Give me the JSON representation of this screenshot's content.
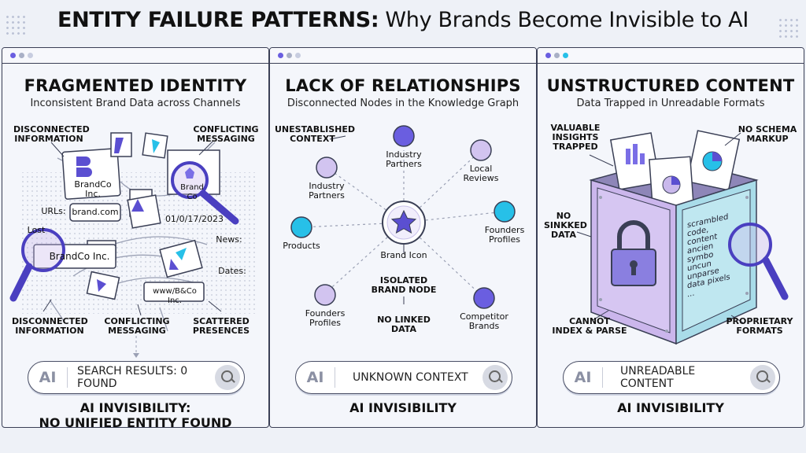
{
  "header": {
    "title_bold": "ENTITY FAILURE PATTERNS:",
    "title_rest": "Why Brands Become Invisible to AI"
  },
  "panels": [
    {
      "title": "FRAGMENTED IDENTITY",
      "subtitle": "Inconsistent Brand Data across Channels",
      "labels": {
        "disconnected_info_top": "DISCONNECTED\nINFORMATION",
        "conflicting_messaging_top": "CONFLICTING\nMESSAGING",
        "disconnected_info_bottom": "DISCONNECTED\nINFORMATION",
        "conflicting_messaging_bottom": "CONFLICTING\nMESSAGING",
        "scattered_presences": "SCATTERED\nPRESENCES"
      },
      "fragments": {
        "brandco_1": "BrandCo Inc.",
        "brand_co_lens": "Brand Co",
        "urls": "URLs:",
        "url_value": "brand.com",
        "date_value": "01/0/17/2023",
        "lost": "Lost",
        "news": "News:",
        "dates": "Dates:",
        "brandco_2": "BrandCo Inc.",
        "www": "www/B&Co Inc."
      },
      "search_text": "SEARCH RESULTS: 0 FOUND",
      "result": "AI INVISIBILITY:\nNO UNIFIED ENTITY FOUND"
    },
    {
      "title": "LACK OF RELATIONSHIPS",
      "subtitle": "Disconnected Nodes in the Knowledge Graph",
      "labels": {
        "unestablished_context": "UNESTABLISHED\nCONTEXT",
        "isolated_brand_node": "ISOLATED\nBRAND NODE",
        "no_linked_data": "NO LINKED\nDATA"
      },
      "nodes": {
        "industry_partners_top": "Industry\nPartners",
        "industry_partners_left": "Industry\nPartners",
        "local_reviews": "Local\nReviews",
        "products": "Products",
        "founders_profiles_right": "Founders\nProfiles",
        "brand_icon": "Brand Icon",
        "founders_profiles_bottom": "Founders\nProfiles",
        "competitor_brands": "Competitor\nBrands"
      },
      "search_text": "UNKNOWN CONTEXT",
      "result": "AI INVISIBILITY"
    },
    {
      "title": "UNSTRUCTURED CONTENT",
      "subtitle": "Data Trapped in Unreadable Formats",
      "labels": {
        "valuable_insights": "VALUABLE\nINSIGHTS\nTRAPPED",
        "no_schema": "NO SCHEMA\nMARKUP",
        "no_sinkked": "NO\nSINKKED\nDATA",
        "cannot_index": "CANNOT\nINDEX & PARSE",
        "proprietary": "PROPRIETARY\nFORMATS"
      },
      "box_text": "scrambled code,\ncontent\nancien\nsymbo\nuncun\nunparse\ndata pixels\n...",
      "search_text": "UNREADABLE CONTENT",
      "result": "AI INVISIBILITY"
    }
  ],
  "ai_label": "AI",
  "colors": {
    "purple": "#5b4fd1",
    "lavender": "#c9b8ec",
    "cyan": "#27c0e8",
    "outline": "#3a3f55"
  }
}
